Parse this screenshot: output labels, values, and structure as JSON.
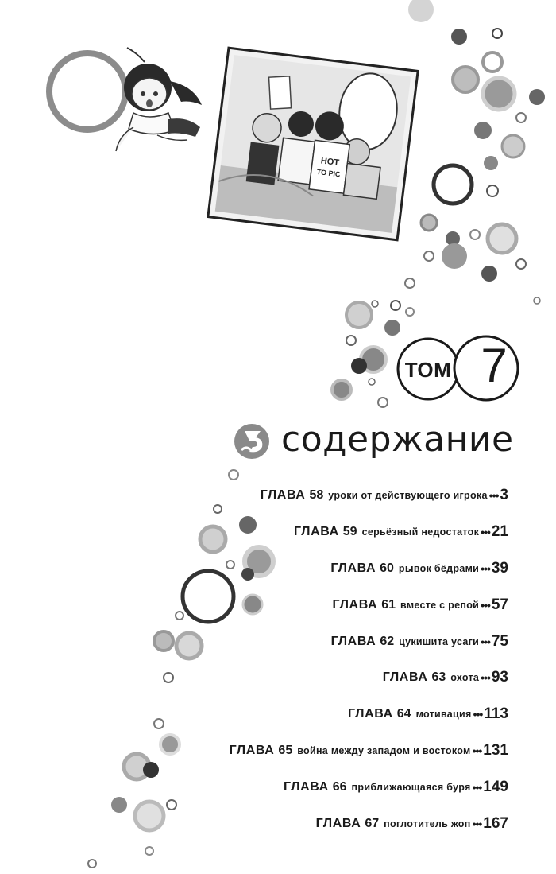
{
  "volume": {
    "label": "ТОМ",
    "number": "7"
  },
  "contents_title": "содержание",
  "chapter_word": "ГЛАВА",
  "chapters": [
    {
      "num": "58",
      "title": "уроки от действующего игрока",
      "page": "3"
    },
    {
      "num": "59",
      "title": "серьёзный недостаток",
      "page": "21"
    },
    {
      "num": "60",
      "title": "рывок бёдрами",
      "page": "39"
    },
    {
      "num": "61",
      "title": "вместе с репой",
      "page": "57"
    },
    {
      "num": "62",
      "title": "цукишита усаги",
      "page": "75"
    },
    {
      "num": "63",
      "title": "охота",
      "page": "93"
    },
    {
      "num": "64",
      "title": "мотивация",
      "page": "113"
    },
    {
      "num": "65",
      "title": "война между западом и востоком",
      "page": "131"
    },
    {
      "num": "66",
      "title": "приближающаяся буря",
      "page": "149"
    },
    {
      "num": "67",
      "title": "поглотитель жоп",
      "page": "167"
    }
  ],
  "colors": {
    "ink": "#1a1a1a",
    "mid_gray": "#8c8c8c",
    "light_gray": "#c9c9c9",
    "dark_gray": "#555555"
  }
}
